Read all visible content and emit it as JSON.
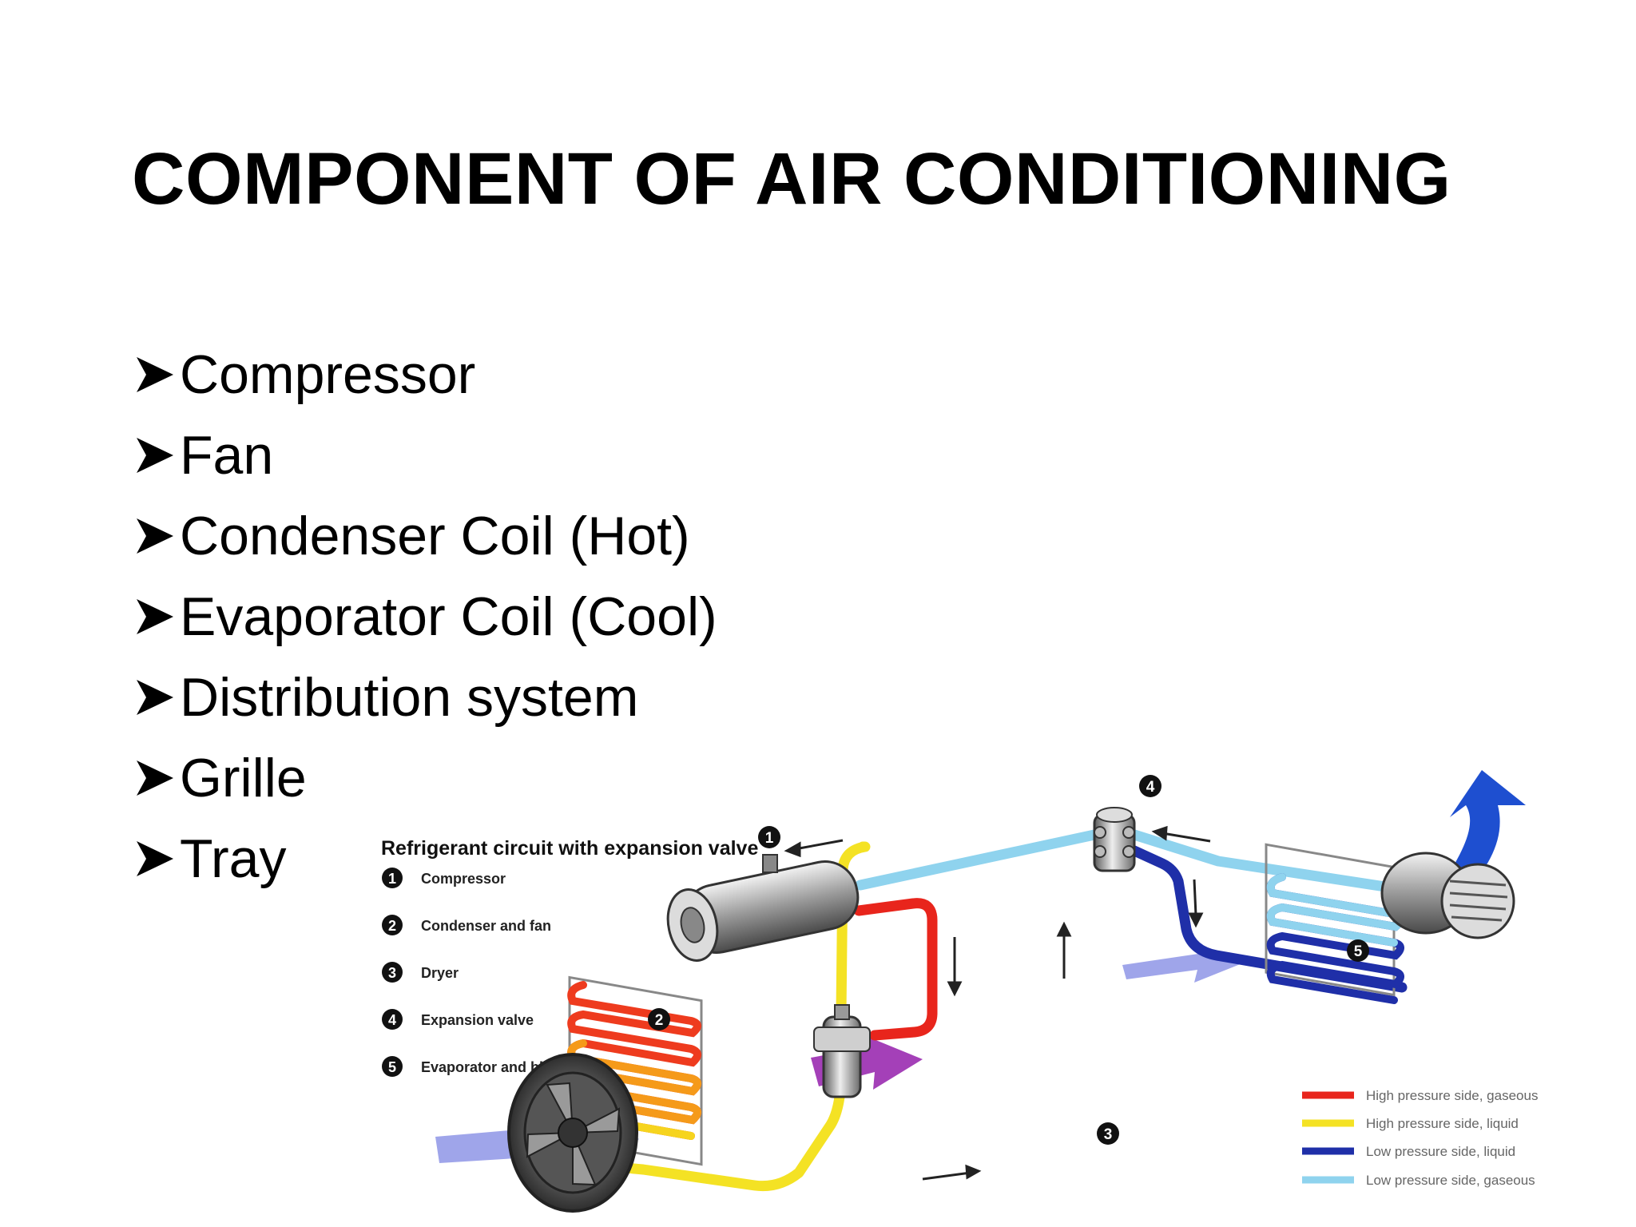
{
  "slide": {
    "title": "COMPONENT OF AIR CONDITIONING",
    "bullets": [
      "Compressor",
      "Fan",
      "Condenser Coil (Hot)",
      "Evaporator Coil (Cool)",
      "Distribution system",
      "Grille",
      "Tray"
    ]
  },
  "diagram": {
    "heading": "Refrigerant circuit with expansion valve",
    "components": [
      {
        "number": "1",
        "label": "Compressor"
      },
      {
        "number": "2",
        "label": "Condenser and fan"
      },
      {
        "number": "3",
        "label": "Dryer"
      },
      {
        "number": "4",
        "label": "Expansion valve"
      },
      {
        "number": "5",
        "label": "Evaporator and blower"
      }
    ],
    "legend": [
      {
        "label": "High pressure side, gaseous",
        "color": "#e8251c"
      },
      {
        "label": "High pressure side, liquid",
        "color": "#f4e224"
      },
      {
        "label": "Low pressure side, liquid",
        "color": "#1f2fa8"
      },
      {
        "label": "Low pressure side, gaseous",
        "color": "#8fd3ee"
      }
    ]
  }
}
